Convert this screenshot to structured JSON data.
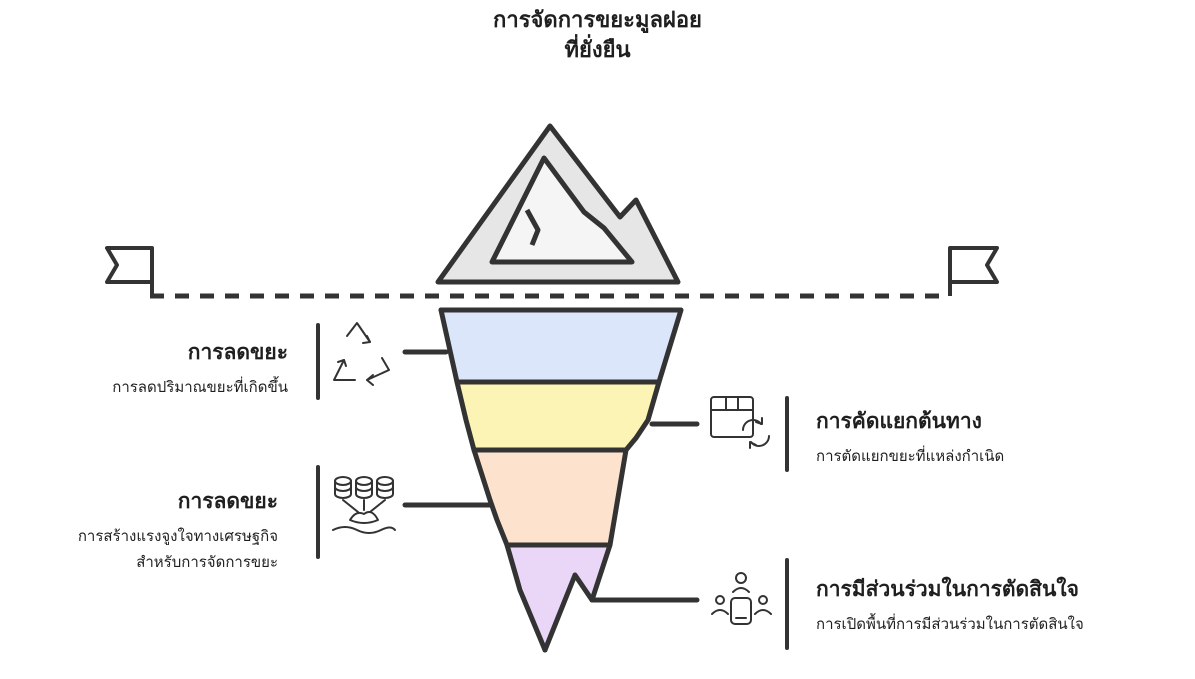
{
  "title": {
    "line1": "การจัดการขยะมูลฝอย",
    "line2": "ที่ยั่งยืน"
  },
  "layers": [
    {
      "heading": "การลดขยะ",
      "description": [
        "การลดปริมาณขยะที่เกิดขึ้น"
      ],
      "icon": "recycle-icon",
      "color": "#dbe6fb",
      "side": "left"
    },
    {
      "heading": "การคัดแยกต้นทาง",
      "description": [
        "การตัดแยกขยะที่แหล่งกำเนิด"
      ],
      "icon": "box-sorting-icon",
      "color": "#fbf4b4",
      "side": "right"
    },
    {
      "heading": "การลดขยะ",
      "description": [
        "การสร้างแรงจูงใจทางเศรษฐกิจ",
        "สำหรับการจัดการขยะ"
      ],
      "icon": "coins-icon",
      "color": "#fde3cd",
      "side": "left"
    },
    {
      "heading": "การมีส่วนร่วมในการตัดสินใจ",
      "description": [
        "การเปิดพื้นที่การมีส่วนร่วมในการตัดสินใจ"
      ],
      "icon": "people-meeting-icon",
      "color": "#ead6f7",
      "side": "right"
    }
  ],
  "colors": {
    "outline": "#333333",
    "mountain_fill": "#e6e6e6"
  }
}
